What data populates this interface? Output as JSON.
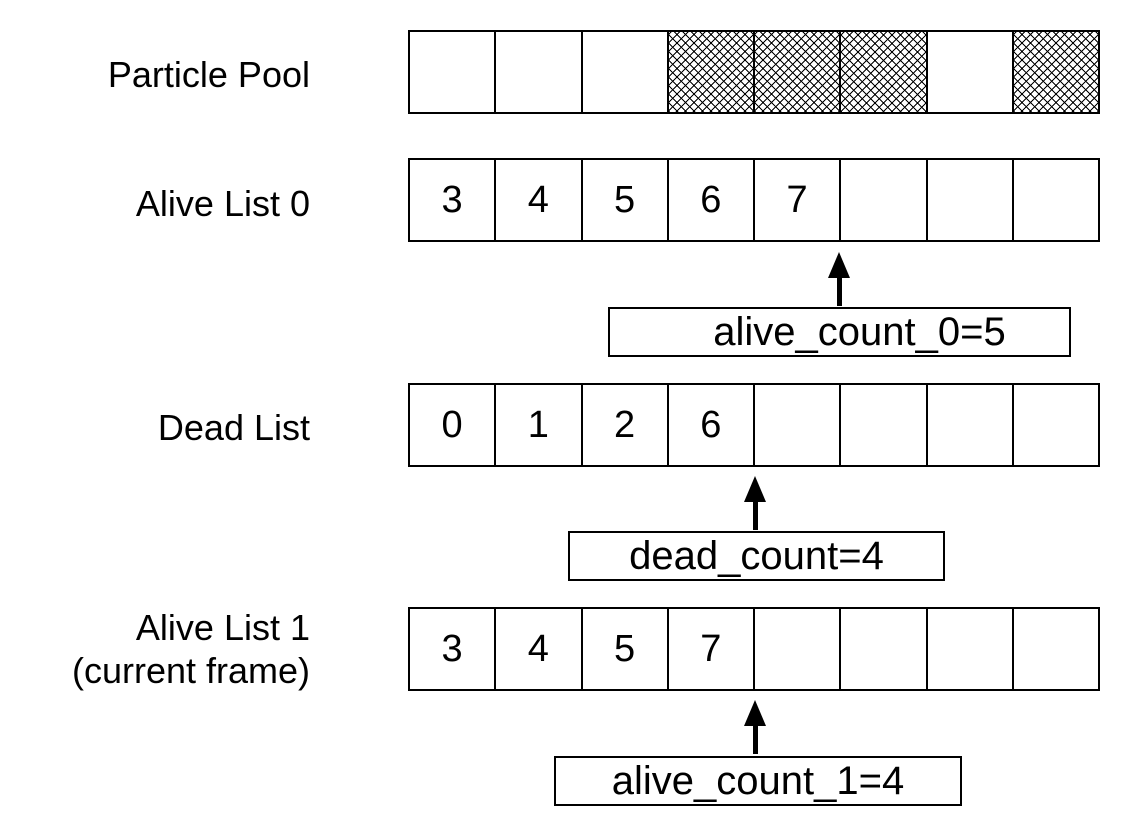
{
  "rows": {
    "particle_pool": {
      "label": "Particle Pool",
      "cells": [
        {
          "value": "",
          "hatched": false
        },
        {
          "value": "",
          "hatched": false
        },
        {
          "value": "",
          "hatched": false
        },
        {
          "value": "",
          "hatched": true
        },
        {
          "value": "",
          "hatched": true
        },
        {
          "value": "",
          "hatched": true
        },
        {
          "value": "",
          "hatched": false
        },
        {
          "value": "",
          "hatched": true
        }
      ]
    },
    "alive_list_0": {
      "label": "Alive List 0",
      "cells": [
        "3",
        "4",
        "5",
        "6",
        "7",
        "",
        "",
        ""
      ],
      "counter": "alive_count_0=5"
    },
    "dead_list": {
      "label": "Dead List",
      "cells": [
        "0",
        "1",
        "2",
        "6",
        "",
        "",
        "",
        ""
      ],
      "counter": "dead_count=4"
    },
    "alive_list_1": {
      "label_line1": "Alive List 1",
      "label_line2": "(current frame)",
      "cells": [
        "3",
        "4",
        "5",
        "7",
        "",
        "",
        "",
        ""
      ],
      "counter": "alive_count_1=4"
    }
  }
}
